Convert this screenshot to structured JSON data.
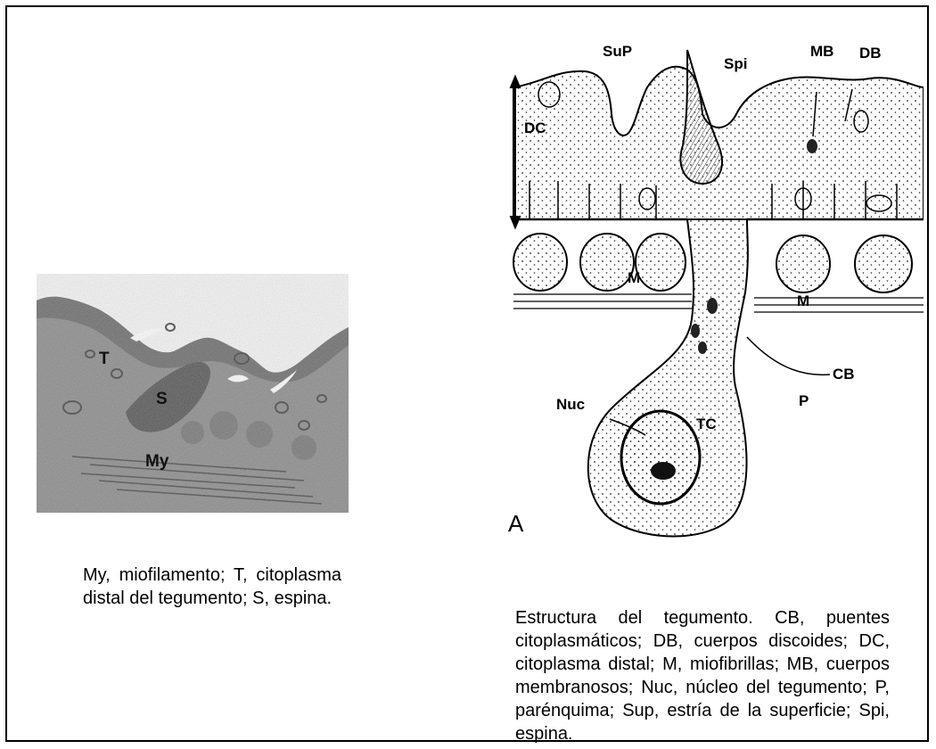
{
  "micrograph": {
    "labels": {
      "t": "T",
      "s": "S",
      "my": "My"
    },
    "caption": "My, miofilamento; T, citoplasma distal del tegumento; S, espina."
  },
  "drawing": {
    "labels": {
      "sup": "SuP",
      "spi": "Spi",
      "mb": "MB",
      "db": "DB",
      "dc": "DC",
      "m_left": "M",
      "m_right": "M",
      "cb": "CB",
      "nuc": "Nuc",
      "tc": "TC",
      "p": "P",
      "panel": "A"
    },
    "caption": "Estructura del tegumento. CB, puentes citoplasmáticos; DB, cuerpos discoides; DC, citoplasma distal; M, miofibrillas; MB, cuerpos membranosos; Nuc, núcleo del tegumento; P, parénquima; Sup, estría de la superficie; Spi, espina."
  }
}
